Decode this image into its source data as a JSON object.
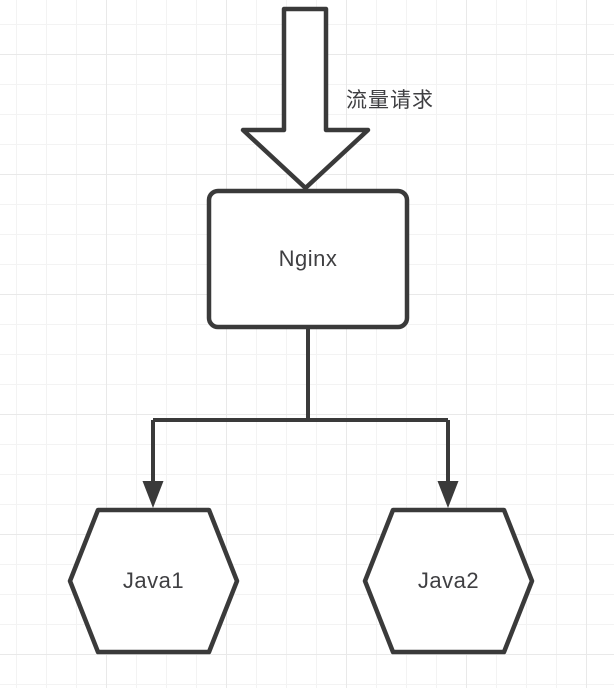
{
  "diagram": {
    "title": "nginx-load-balancing-flow",
    "traffic_label": "流量请求",
    "nodes": {
      "nginx": {
        "label": "Nginx",
        "shape": "rounded-rectangle"
      },
      "java1": {
        "label": "Java1",
        "shape": "hexagon"
      },
      "java2": {
        "label": "Java2",
        "shape": "hexagon"
      }
    },
    "edges": [
      {
        "from": "traffic",
        "to": "nginx",
        "style": "block-arrow-down"
      },
      {
        "from": "nginx",
        "to": "java1",
        "style": "elbow-arrow"
      },
      {
        "from": "nginx",
        "to": "java2",
        "style": "elbow-arrow"
      }
    ],
    "colors": {
      "stroke": "#3a3a3a",
      "fill": "#ffffff",
      "text": "#3f3f42",
      "grid_minor": "#f3f3f3",
      "grid_major": "#e9e9e9",
      "background": "#ffffff"
    }
  }
}
